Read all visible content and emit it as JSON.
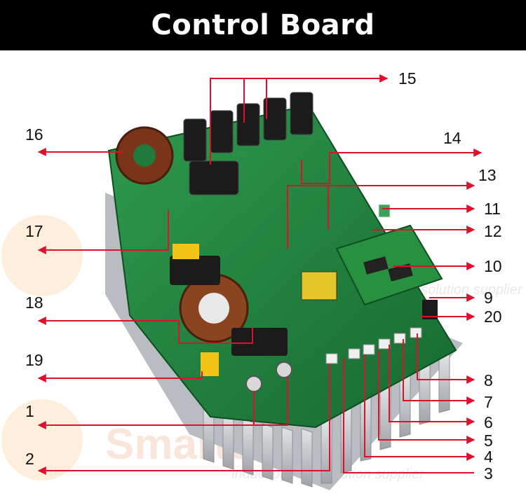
{
  "title": "Control Board",
  "watermark": {
    "brand": "Smartermal",
    "tagline": "induction heat solution supplier"
  },
  "colors": {
    "arrow": "#e0102a",
    "pcb": "#1f7a3c",
    "heatsink": "#c9ccd0"
  },
  "callouts": [
    "1",
    "2",
    "3",
    "4",
    "5",
    "6",
    "7",
    "8",
    "9",
    "10",
    "11",
    "12",
    "13",
    "14",
    "15",
    "16",
    "17",
    "18",
    "19",
    "20"
  ]
}
